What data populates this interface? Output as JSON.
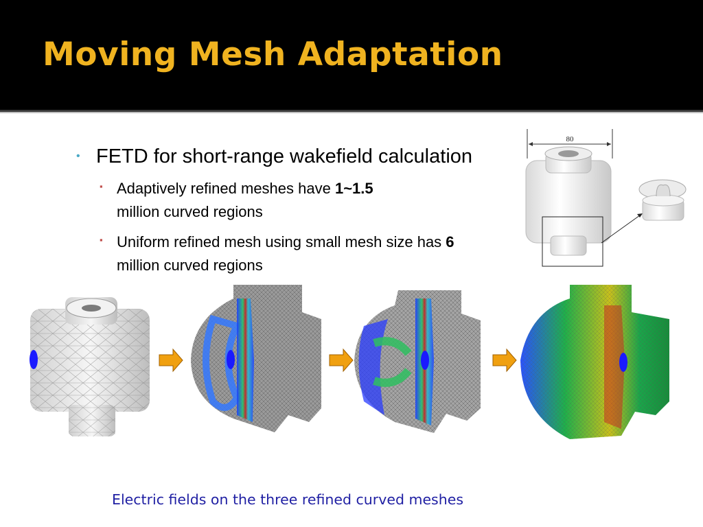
{
  "title": "Moving Mesh Adaptation",
  "bullets": {
    "main": "FETD for short-range wakefield calculation",
    "sub1": {
      "before": "Adaptively refined meshes have ",
      "bold": "1~1.5",
      "after": "million curved regions"
    },
    "sub2": {
      "before": "Uniform refined mesh using small mesh size has ",
      "bold": "6",
      "after": " million curved regions"
    }
  },
  "diagram": {
    "dimension_label": "80"
  },
  "caption": "Electric fields on the three refined curved meshes",
  "colors": {
    "title": "#f0b320",
    "caption": "#1f1fa3",
    "bullet_level1": "#49a8c6",
    "bullet_level2": "#c0504d",
    "arrow_fill": "#f0a010",
    "marker": "#1a1aff"
  },
  "icons": [
    "bullet-dot-icon",
    "bullet-square-icon",
    "right-arrow-icon"
  ]
}
